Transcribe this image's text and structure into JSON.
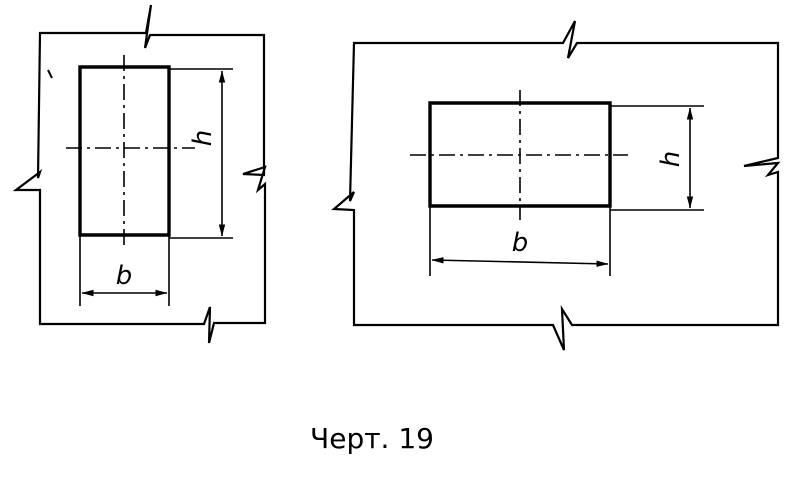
{
  "figure": {
    "caption": "Черт. 19",
    "left_drawing": {
      "height_label": "h",
      "width_label": "b"
    },
    "right_drawing": {
      "height_label": "h",
      "width_label": "b"
    }
  }
}
